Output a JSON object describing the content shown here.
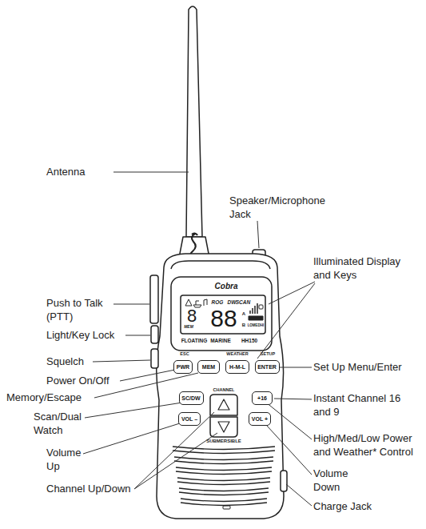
{
  "diagram": {
    "nodes": [
      {
        "text": [
          "PWR"
        ]
      },
      {
        "text": [
          "MEM"
        ]
      },
      {
        "text": [
          "H-M-L"
        ]
      },
      {
        "text": [
          "ENTER"
        ]
      },
      {
        "text": [
          "SC/DW"
        ]
      },
      {
        "text": [
          "+16"
        ]
      },
      {
        "text": [
          "VOL –"
        ]
      },
      {
        "text": [
          "VOL +"
        ]
      }
    ],
    "labels": [
      "Antenna",
      "Speaker/Microphone Jack",
      "Illuminated Display and Keys",
      "Push to Talk (PTT)",
      "Light/Key Lock",
      "Squelch",
      "Power On/Off",
      "Memory/Escape",
      "Scan/Dual Watch",
      "Volume Up",
      "Channel Up/Down",
      "Set Up Menu/Enter",
      "Instant Channel 16 and 9",
      "High/Med/Low Power and Weather* Control",
      "Volume Down",
      "Charge Jack",
      "Cobra",
      "FLOATING",
      "MARINE",
      "HH150",
      "ESC",
      "WEATHER",
      "SETUP",
      "CHANNEL",
      "SUBMERSIBLE",
      "ROG",
      "DW",
      "SCAN",
      "MEM",
      "8",
      "88",
      "A",
      "B",
      "LOMEDHI"
    ]
  }
}
